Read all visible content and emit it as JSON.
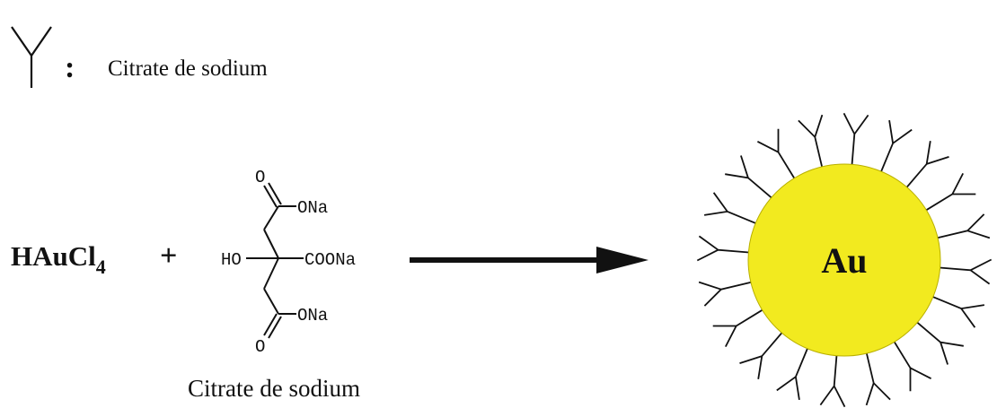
{
  "legend": {
    "separator": ":",
    "label": "Citrate de sodium"
  },
  "reaction": {
    "reactant": "HAuCl",
    "reactant_subscript": "4",
    "plus": "+",
    "citrate": {
      "oxygen_top": "O",
      "group_top": "ONa",
      "hydroxyl": "HO",
      "group_middle": "COONa",
      "group_bottom": "ONa",
      "oxygen_bottom": "O",
      "caption": "Citrate de sodium"
    }
  },
  "product": {
    "core_label": "Au",
    "core_color": "#f2ea1f",
    "ligand_color": "#111111"
  }
}
